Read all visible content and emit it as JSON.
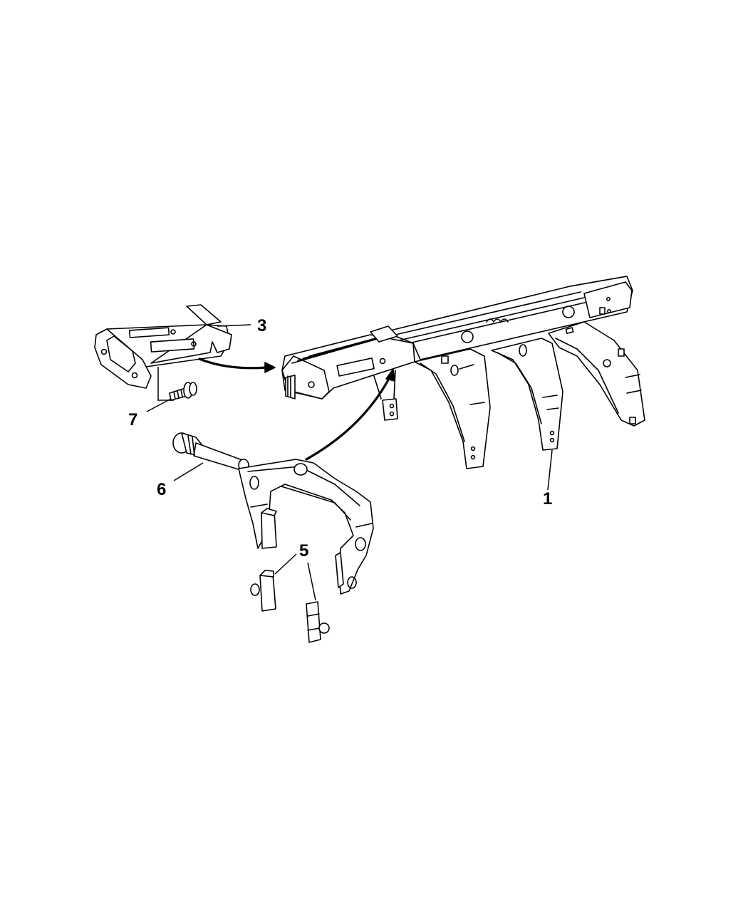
{
  "diagram": {
    "type": "exploded-parts-illustration",
    "subject": "Transmission shift rail / shift fork assembly",
    "callouts": [
      {
        "id": "1",
        "label": "1",
        "part": "shift rail with forks"
      },
      {
        "id": "3",
        "label": "3",
        "part": "shift rail bracket / select block"
      },
      {
        "id": "5",
        "label": "5",
        "part": "shift fork pads (pair)"
      },
      {
        "id": "6",
        "label": "6",
        "part": "pivot pin / stud"
      },
      {
        "id": "7",
        "label": "7",
        "part": "screw"
      }
    ],
    "colors": {
      "line": "#000000",
      "background": "#ffffff"
    }
  }
}
